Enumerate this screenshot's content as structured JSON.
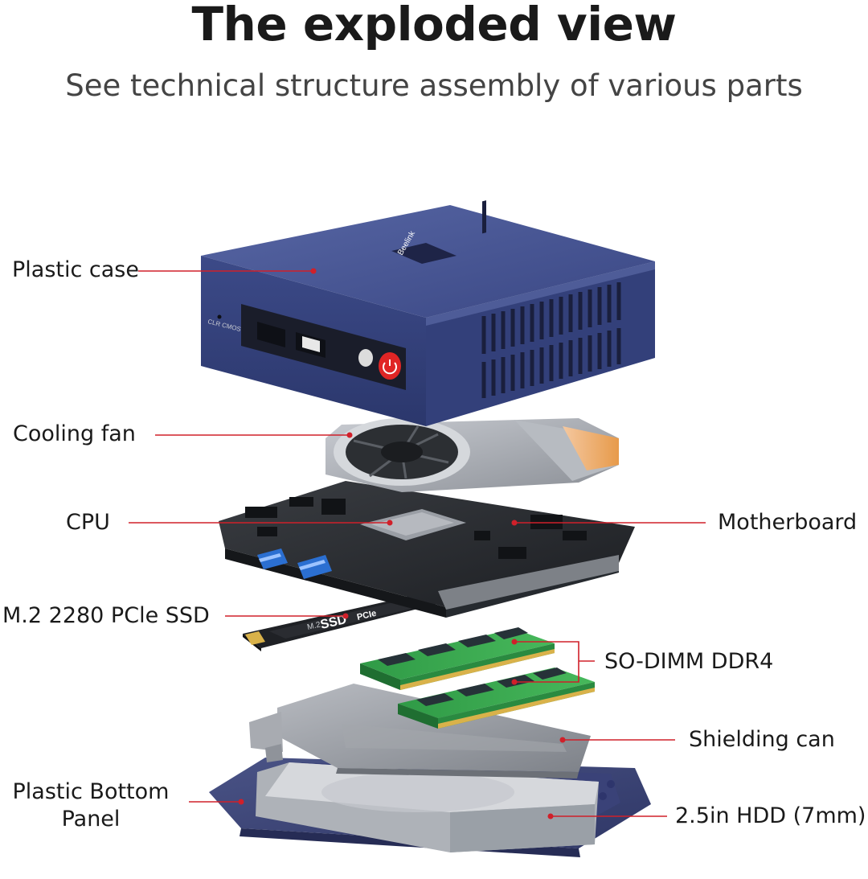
{
  "header": {
    "title": "The exploded view",
    "subtitle": "See technical structure assembly of various parts"
  },
  "labels": {
    "plastic_case": "Plastic case",
    "cooling_fan": "Cooling fan",
    "cpu": "CPU",
    "motherboard": "Motherboard",
    "ssd": "M.2 2280 PCle SSD",
    "ram": "SO-DIMM DDR4",
    "shielding_can": "Shielding can",
    "bottom_panel_line1": "Plastic Bottom",
    "bottom_panel_line2": "Panel",
    "hdd": "2.5in HDD (7mm)"
  },
  "device_marks": {
    "brand": "Beelink",
    "port_text": "CLR CMOS",
    "ssd_m2": "M.2",
    "ssd_text": "SSD",
    "ssd_pcie": "PCIe"
  },
  "colors": {
    "leader_line": "#d0202a",
    "case_blue": "#3b4a86",
    "power_button": "#e02525"
  }
}
